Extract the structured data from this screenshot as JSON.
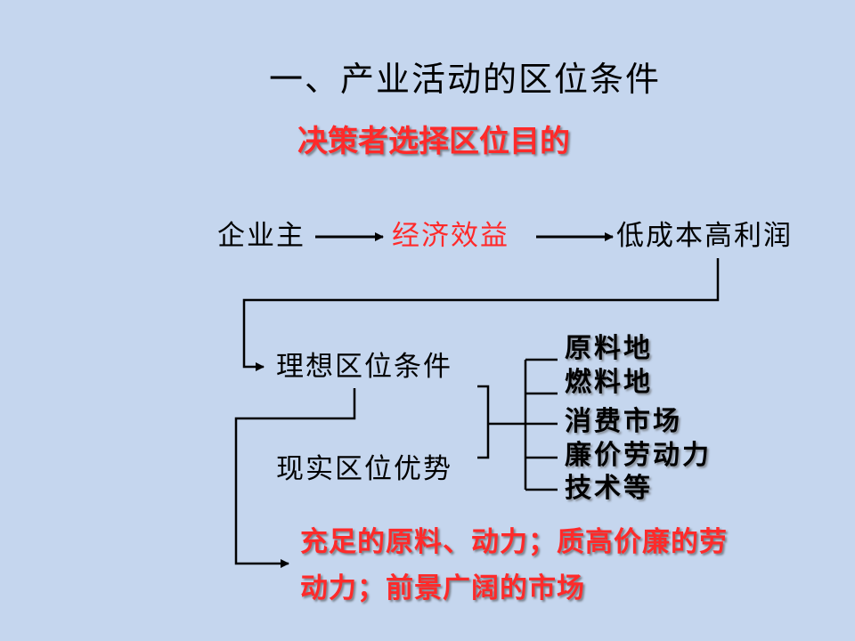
{
  "title": "一、产业活动的区位条件",
  "subtitle": "决策者选择区位目的",
  "flow": {
    "entrepreneur": "企业主",
    "economic_benefit": "经济效益",
    "low_cost_high_profit": "低成本高利润"
  },
  "ideal_conditions": "理想区位条件",
  "real_advantages": "现实区位优势",
  "factors": [
    "原料地",
    "燃料地",
    "消费市场",
    "廉价劳动力",
    "技术等"
  ],
  "conclusion": {
    "line1": "充足的原料、动力；质高价廉的劳",
    "line2": "动力；前景广阔的市场"
  },
  "colors": {
    "background": "#c5d6ee",
    "accent_red": "#ff2a2a",
    "text": "#000000"
  }
}
